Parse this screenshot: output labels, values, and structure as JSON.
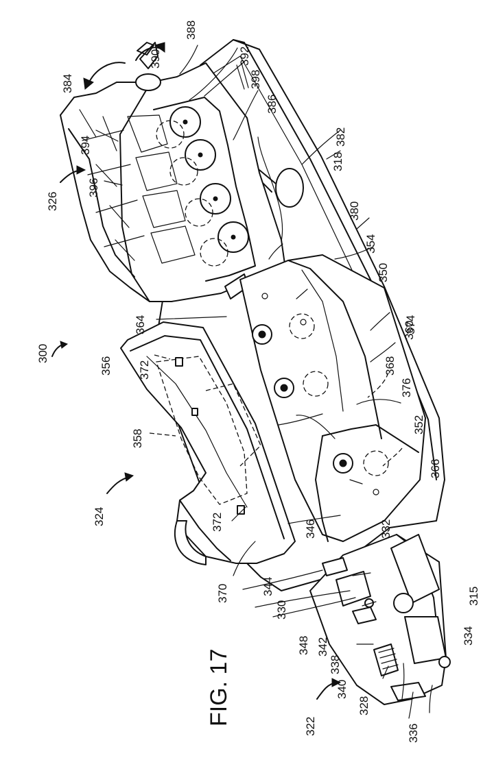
{
  "figure": {
    "title": "FIG. 17",
    "labels": [
      "300",
      "315",
      "318",
      "322",
      "324",
      "326",
      "328",
      "330",
      "332",
      "334",
      "336",
      "338",
      "340",
      "342",
      "344",
      "346",
      "348",
      "350",
      "352",
      "354",
      "356",
      "358",
      "360",
      "364",
      "366",
      "368",
      "370",
      "372",
      "372",
      "374",
      "376",
      "380",
      "382",
      "384",
      "386",
      "388",
      "390",
      "392",
      "394",
      "396",
      "398"
    ]
  }
}
